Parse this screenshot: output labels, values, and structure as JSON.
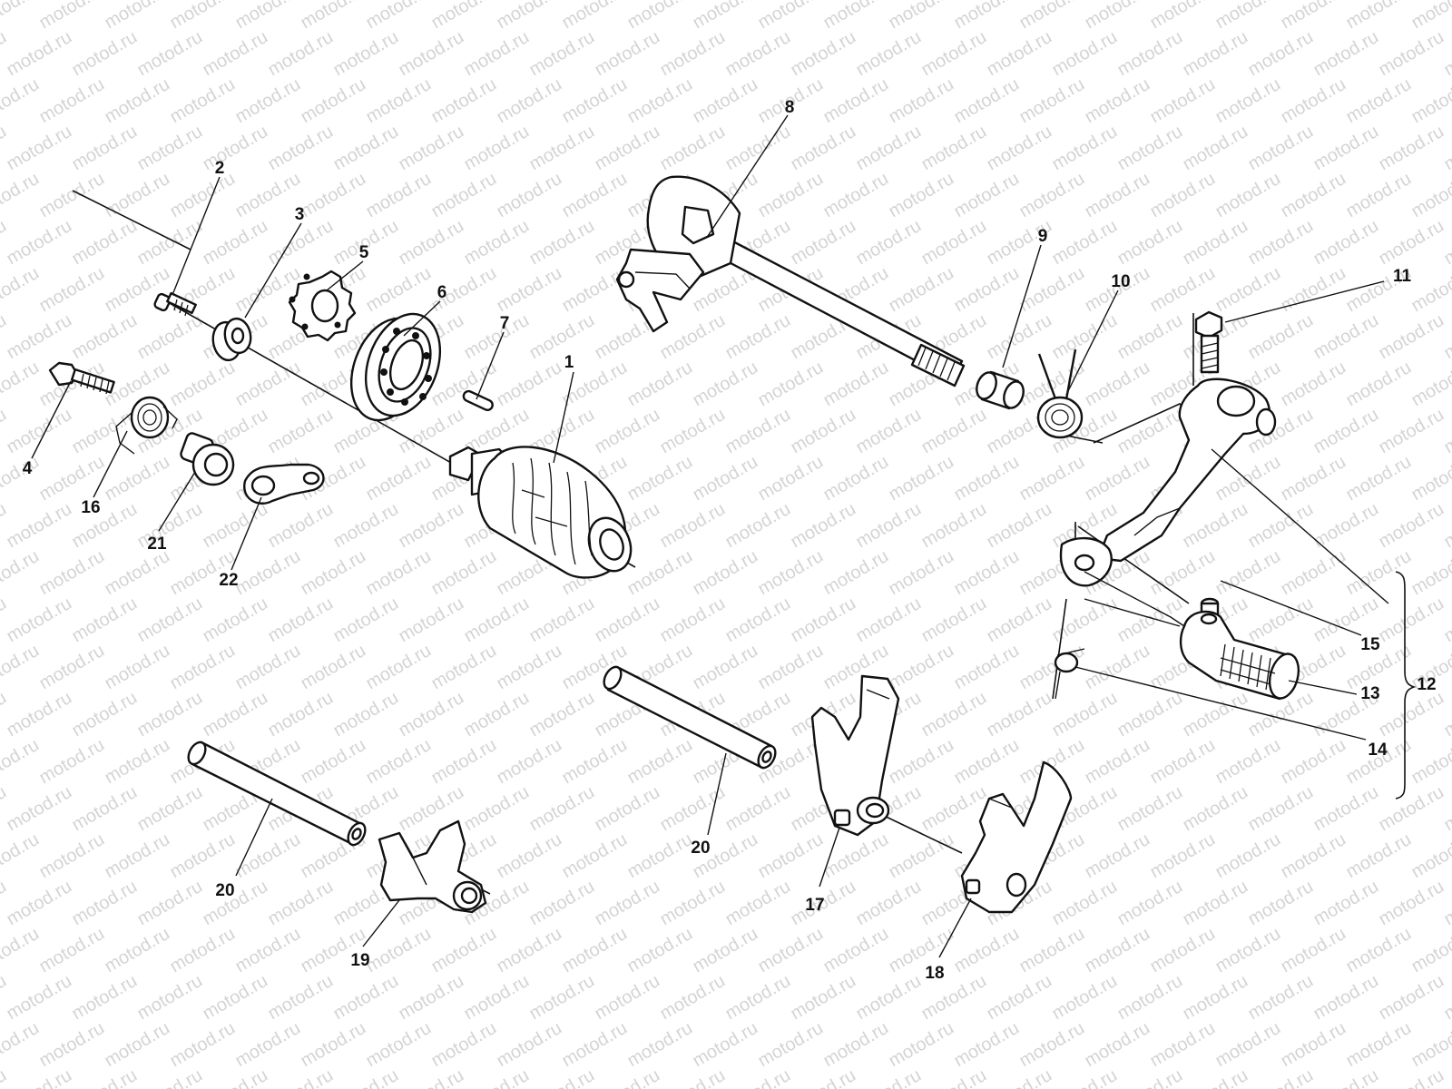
{
  "watermark": {
    "text": "motod.ru"
  },
  "callouts": [
    {
      "id": "c1",
      "label": "1"
    },
    {
      "id": "c2",
      "label": "2"
    },
    {
      "id": "c3",
      "label": "3"
    },
    {
      "id": "c4",
      "label": "4"
    },
    {
      "id": "c5",
      "label": "5"
    },
    {
      "id": "c6",
      "label": "6"
    },
    {
      "id": "c7",
      "label": "7"
    },
    {
      "id": "c8",
      "label": "8"
    },
    {
      "id": "c9",
      "label": "9"
    },
    {
      "id": "c10",
      "label": "10"
    },
    {
      "id": "c11",
      "label": "11"
    },
    {
      "id": "c12",
      "label": "12"
    },
    {
      "id": "c13",
      "label": "13"
    },
    {
      "id": "c14",
      "label": "14"
    },
    {
      "id": "c15",
      "label": "15"
    },
    {
      "id": "c16",
      "label": "16"
    },
    {
      "id": "c17",
      "label": "17"
    },
    {
      "id": "c18",
      "label": "18"
    },
    {
      "id": "c19",
      "label": "19"
    },
    {
      "id": "c20a",
      "label": "20"
    },
    {
      "id": "c20b",
      "label": "20"
    },
    {
      "id": "c21",
      "label": "21"
    },
    {
      "id": "c22",
      "label": "22"
    }
  ]
}
